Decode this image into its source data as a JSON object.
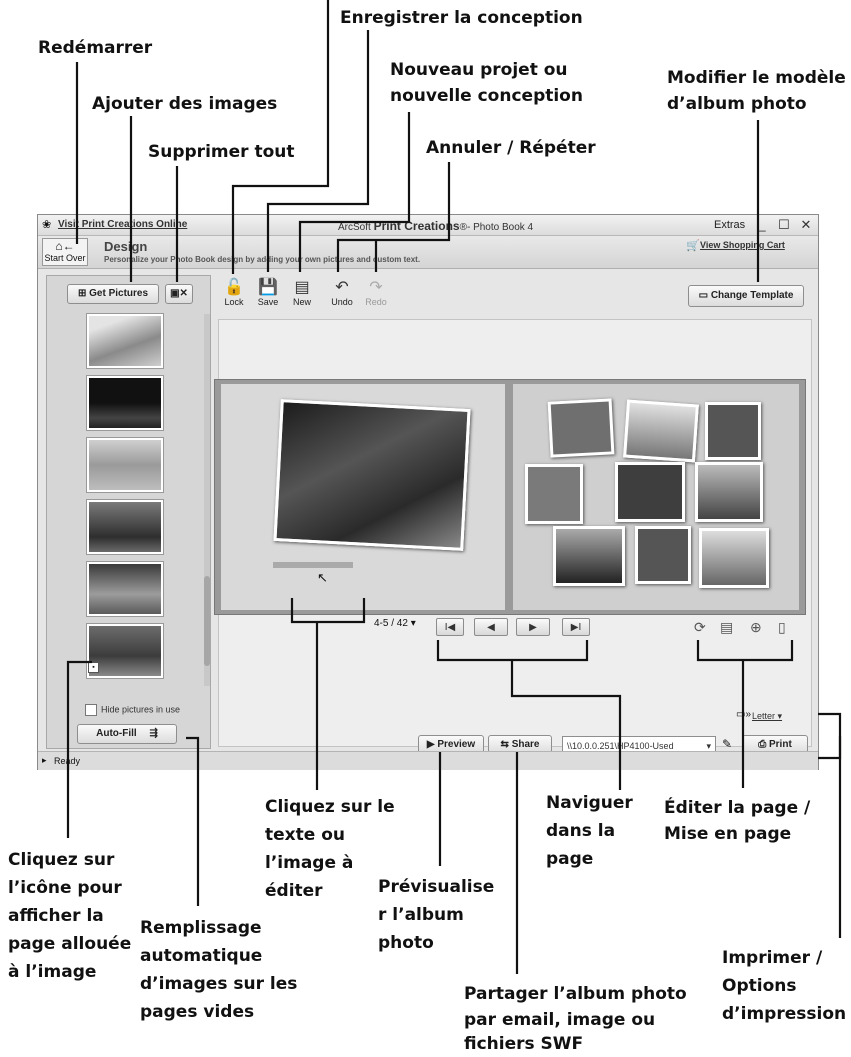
{
  "window": {
    "visit_link": "Visit Print Creations Online",
    "title_brand_prefix": "ArcSoft",
    "title_brand": "Print Creations",
    "title_rest": "®- Photo Book 4",
    "extras": "Extras",
    "minimize": "_",
    "maximize": "☐",
    "close": "✕"
  },
  "design_bar": {
    "start_over": "Start Over",
    "title": "Design",
    "subtitle": "Personalize your Photo Book design by adding your own pictures and custom text.",
    "cart_link": "View Shopping Cart"
  },
  "left_panel": {
    "get_pictures": "Get Pictures",
    "hide_pictures": "Hide pictures in use",
    "auto_fill": "Auto-Fill"
  },
  "toolbar": {
    "lock": "Lock",
    "save": "Save",
    "new": "New",
    "undo": "Undo",
    "redo": "Redo",
    "change_template": "Change Template"
  },
  "nav": {
    "page_indicator": "4-5 / 42",
    "first": "I◀",
    "prev": "◀",
    "next": "▶",
    "last": "▶I"
  },
  "bottom": {
    "letter": "Letter",
    "preview": "Preview",
    "share": "Share",
    "printer": "\\\\10.0.0.251\\HP4100-Used",
    "print": "Print",
    "status": "Ready"
  },
  "callouts": {
    "enregistrer": "Enregistrer la conception",
    "redemarrer": "Redémarrer",
    "nouveau_1": "Nouveau projet ou",
    "nouveau_2": "nouvelle conception",
    "modifier_1": "Modifier le modèle",
    "modifier_2": "d’album photo",
    "ajouter": "Ajouter des images",
    "supprimer": "Supprimer tout",
    "annuler": "Annuler / Répéter",
    "cliquez_texte_1": "Cliquez sur le",
    "cliquez_texte_2": "texte ou",
    "cliquez_texte_3": "l’image à",
    "cliquez_texte_4": "éditer",
    "naviguer_1": "Naviguer",
    "naviguer_2": "dans la",
    "naviguer_3": "page",
    "editer_1": "Éditer la page /",
    "editer_2": "Mise en page",
    "cliquez_icone_1": "Cliquez sur",
    "cliquez_icone_2": "l’icône pour",
    "cliquez_icone_3": "afficher la",
    "cliquez_icone_4": "page allouée",
    "cliquez_icone_5": "à l’image",
    "previsualise_1": "Prévisualise",
    "previsualise_2": "r l’album",
    "previsualise_3": "photo",
    "remplissage_1": "Remplissage",
    "remplissage_2": "automatique",
    "remplissage_3": "d’images sur les",
    "remplissage_4": "pages vides",
    "imprimer_1": "Imprimer /",
    "imprimer_2": "Options",
    "imprimer_3": "d’impression",
    "partager_1": "Partager l’album photo",
    "partager_2": "par email, image ou",
    "partager_3": "fichiers SWF"
  },
  "icons": [
    "lock-icon",
    "save-icon",
    "new-icon",
    "undo-icon",
    "redo-icon",
    "cart-icon",
    "printer-icon",
    "preview-icon",
    "share-icon",
    "delete-all-icon",
    "refresh-page-icon",
    "layout-icon",
    "add-page-icon",
    "remove-page-icon"
  ]
}
